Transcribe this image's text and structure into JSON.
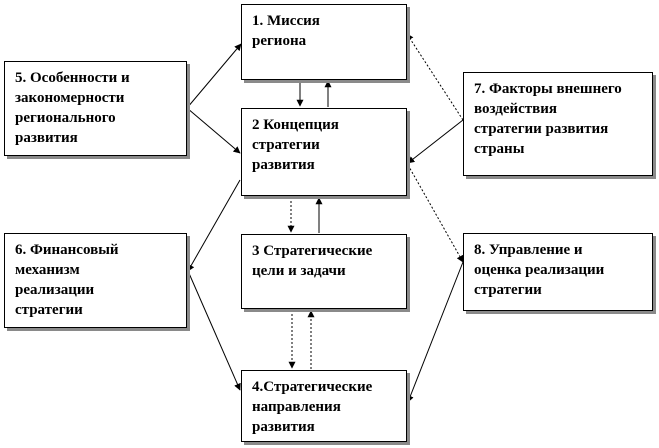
{
  "diagram": {
    "nodes": {
      "mission": {
        "label": "1. Миссия\nрегиона"
      },
      "concept": {
        "label": "2 Концепция\nстратегии\nразвития"
      },
      "goals": {
        "label": "3 Стратегические\nцели и задачи"
      },
      "directions": {
        "label": "4.Стратегические\nнаправления\nразвития"
      },
      "features": {
        "label": "5. Особенности и\nзакономерности\nрегионального\nразвития"
      },
      "finance": {
        "label": "6. Финансовый\nмеханизм\nреализации\nстратегии"
      },
      "factors": {
        "label": "7. Факторы внешнего\nвоздействия\nстратегии развития\nстраны"
      },
      "management": {
        "label": "8. Управление и\nоценка реализации\nстратегии"
      }
    },
    "colors": {
      "line": "#000000",
      "box_border": "#000000",
      "box_shadow": "#8a8a8a",
      "background": "#ffffff"
    }
  }
}
